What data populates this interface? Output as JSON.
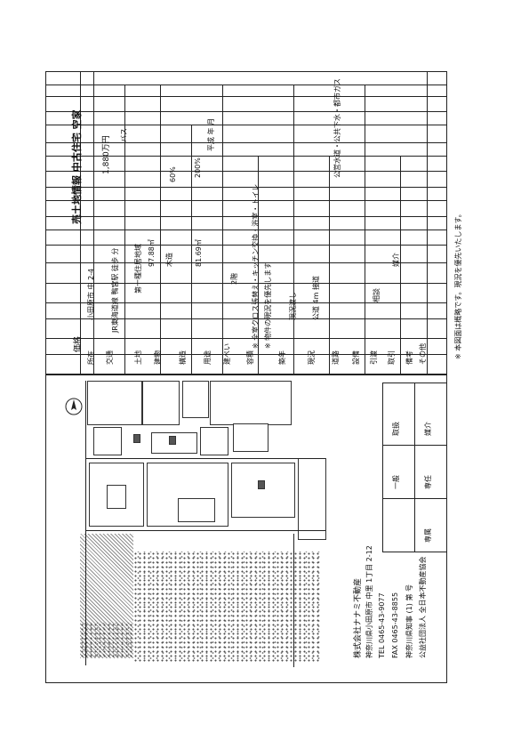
{
  "doc": {
    "title": "売土地情報 中古住宅 空家 ",
    "price_label": "価格",
    "price_value": "1,880万円",
    "location": "小田原市 中 2-4",
    "traffic": "JR東海道線 鴨宮駅 徒歩 分",
    "bus": "バス",
    "land_area": "81.69㎡",
    "building_area": "97.88㎡",
    "structure": "木造",
    "floor": "2階",
    "zoning": "第一種住居地域",
    "coverage": "60%",
    "far": "200%",
    "built": "平成 年 月",
    "condition": "現況渡し",
    "notes": "※ 全室クロス張替え・キッチン交換・浴室・トイレ",
    "notes2": "※ 物件の現況を優先します",
    "road": "公道 4m 接道",
    "utilities": "公営水道・公共下水・都市ガス",
    "delivery": "相談",
    "transaction": "媒介",
    "row_labels": [
      "所在",
      "交通",
      "土地",
      "建物",
      "構造",
      "用途",
      "建ぺい",
      "容積",
      "築年",
      "現況",
      "道路",
      "設備",
      "引渡",
      "取引",
      "備考",
      "その他"
    ],
    "footer_note": "※ 本図面は概略です。現況を優先いたします。",
    "company_name": "株式会社ナナミ不動産",
    "company_addr": "神奈川県小田原市 中里 1丁目 2-12",
    "company_tel": "TEL 0465-43-9077",
    "company_fax": "FAX 0465-43-8855",
    "license": "神奈川県知事 (1) 第 号",
    "association": "公益社団法人 全日本不動産協会",
    "stamp_labels": [
      "取扱",
      "媒介",
      "一般",
      "専任",
      "専属"
    ]
  }
}
